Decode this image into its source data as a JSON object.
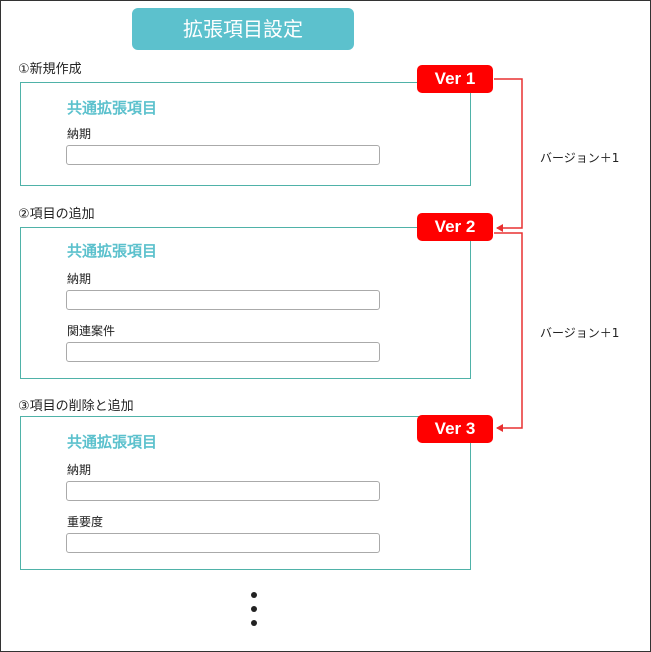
{
  "title": "拡張項目設定",
  "steps": [
    {
      "label": "①新規作成",
      "section_title": "共通拡張項目",
      "fields": [
        "納期"
      ],
      "version": "Ver 1"
    },
    {
      "label": "②項目の追加",
      "section_title": "共通拡張項目",
      "fields": [
        "納期",
        "関連案件"
      ],
      "version": "Ver 2"
    },
    {
      "label": "③項目の削除と追加",
      "section_title": "共通拡張項目",
      "fields": [
        "納期",
        "重要度"
      ],
      "version": "Ver 3"
    }
  ],
  "transitions": [
    "バージョン＋1",
    "バージョン＋1"
  ],
  "colors": {
    "banner": "#5cc1cd",
    "box_border": "#4fb2a8",
    "badge": "#ff0000",
    "connector": "#e83030"
  }
}
